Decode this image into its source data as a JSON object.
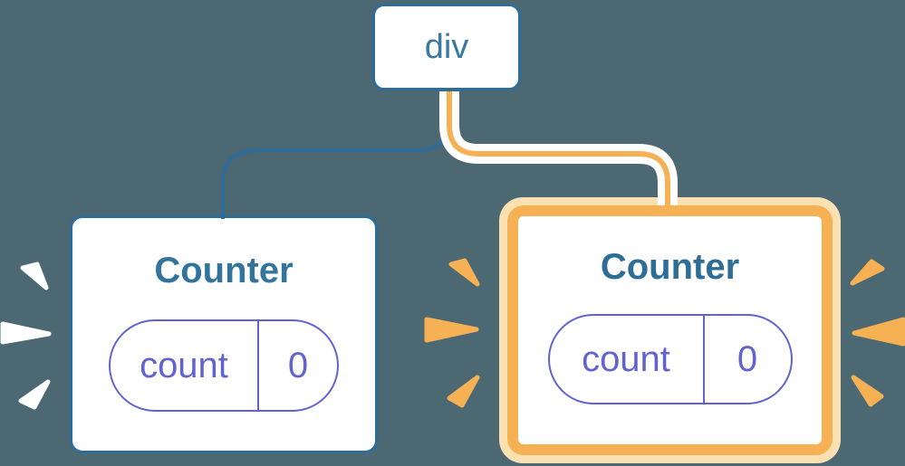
{
  "diagram": {
    "description": "React component tree re-render diagram",
    "root": {
      "label": "div"
    },
    "left_counter": {
      "title": "Counter",
      "state": {
        "key": "count",
        "value": "0"
      },
      "highlighted": false
    },
    "right_counter": {
      "title": "Counter",
      "state": {
        "key": "count",
        "value": "0"
      },
      "highlighted": true
    },
    "colors": {
      "background": "#4b6873",
      "node_border_blue": "#2e6d9a",
      "node_text_blue": "#33749d",
      "state_purple": "#6363cf",
      "highlight_orange": "#f7b155",
      "highlight_cream": "#fbe0b2",
      "spark_white": "#ffffff"
    }
  }
}
